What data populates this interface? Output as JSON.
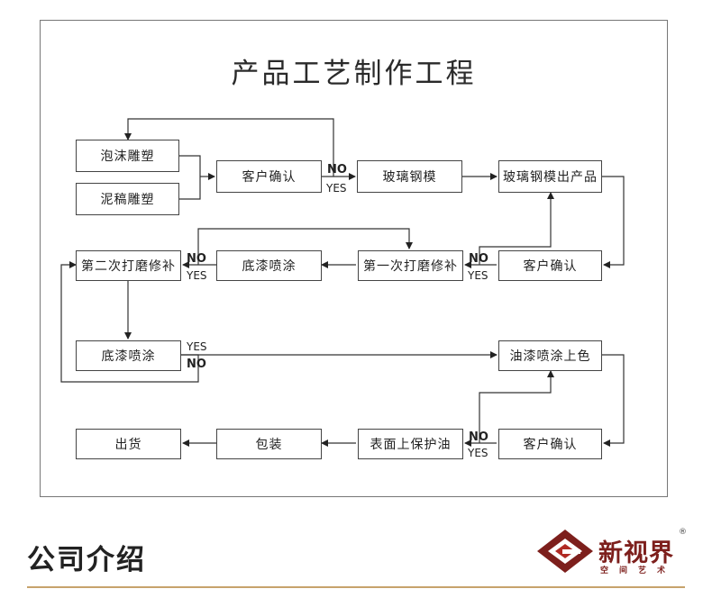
{
  "diagram": {
    "title": "产品工艺制作工程",
    "boxes": {
      "foam_sculpture": "泡沫雕塑",
      "clay_sculpture": "泥稿雕塑",
      "confirm_1": "客户确认",
      "fiberglass_mold": "玻璃钢模",
      "mold_product": "玻璃钢模出产品",
      "confirm_2": "客户确认",
      "first_sanding": "第一次打磨修补",
      "primer_1": "底漆喷涂",
      "second_sanding": "第二次打磨修补",
      "primer_2": "底漆喷涂",
      "paint_color": "油漆喷涂上色",
      "confirm_3": "客户确认",
      "protective_oil": "表面上保护油",
      "packing": "包装",
      "shipping": "出货"
    },
    "labels": {
      "no": "NO",
      "yes": "YES"
    }
  },
  "footer": {
    "section_title": "公司介绍",
    "brand_name": "新视界",
    "brand_sub": "空间艺术",
    "brand_mark": "®",
    "colors": {
      "brand": "#7d1f1c",
      "accent_rule": "#c7a36c"
    }
  }
}
